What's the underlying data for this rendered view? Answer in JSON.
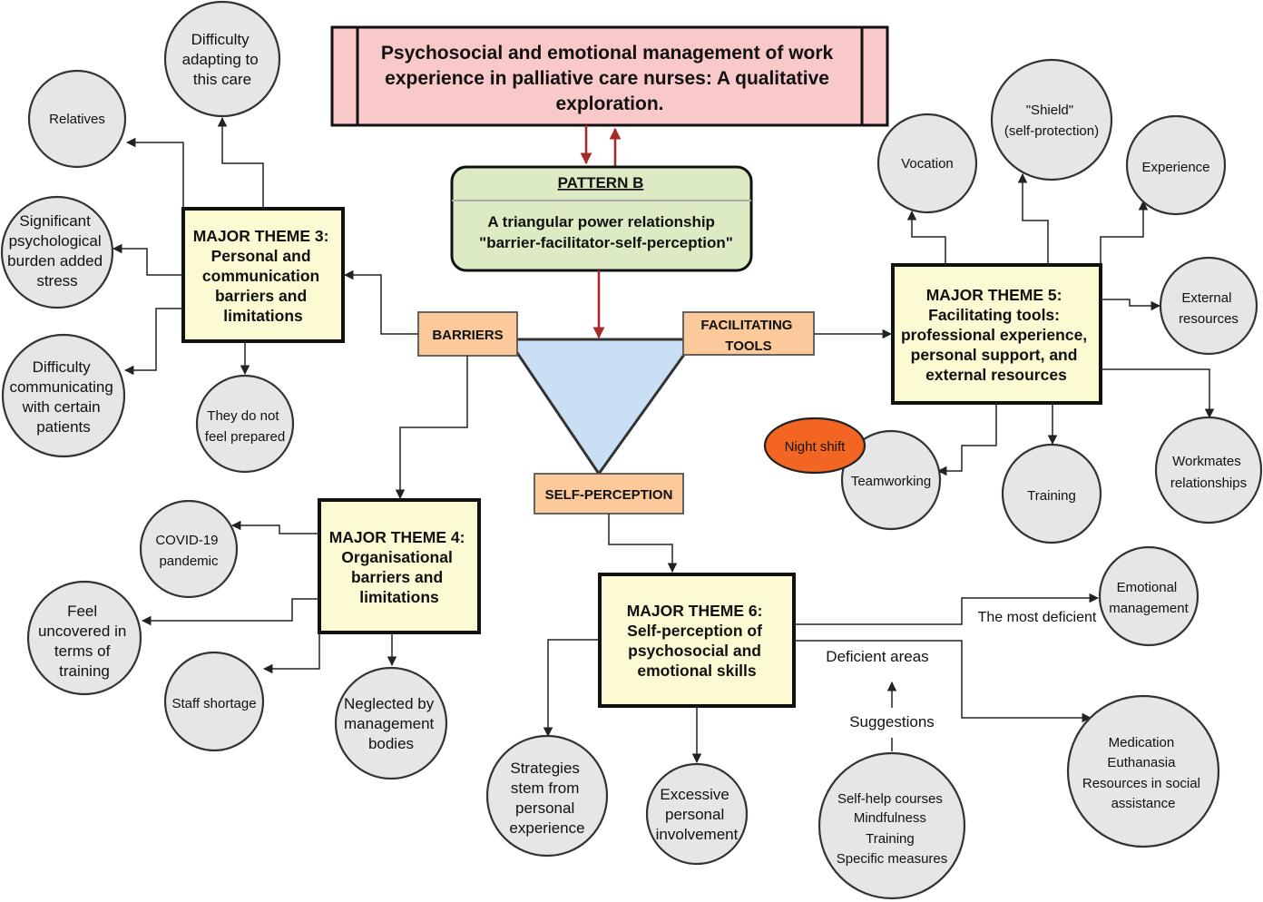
{
  "title": {
    "lines": [
      "Psychosocial and emotional management of work",
      "experience in palliative care nurses: A qualitative",
      "exploration."
    ],
    "fill": "#f9c8c8"
  },
  "pattern": {
    "heading": "PATTERN B",
    "lines": [
      "A triangular power relationship",
      "\"barrier-facilitator-self-perception\""
    ],
    "fill": "#dcebc4"
  },
  "triangle": {
    "fill": "#c9dff3",
    "labels": {
      "barriers": "BARRIERS",
      "facilitating": [
        "FACILITATING",
        "TOOLS"
      ],
      "self_perception": "SELF-PERCEPTION"
    }
  },
  "themes": {
    "t3": [
      "MAJOR THEME 3:",
      "Personal and",
      "communication",
      "barriers and",
      "limitations"
    ],
    "t4": [
      "MAJOR THEME 4:",
      "Organisational",
      "barriers and",
      "limitations"
    ],
    "t5": [
      "MAJOR THEME 5:",
      "Facilitating tools:",
      "professional experience,",
      "personal support, and",
      "external resources"
    ],
    "t6": [
      "MAJOR THEME 6:",
      "Self-perception of",
      "psychosocial and",
      "emotional skills"
    ]
  },
  "bubbles": {
    "difficulty_adapting": [
      "Difficulty",
      "adapting to",
      "this care"
    ],
    "relatives": [
      "Relatives"
    ],
    "psych_burden": [
      "Significant",
      "psychological",
      "burden added",
      "stress"
    ],
    "difficulty_communicating": [
      "Difficulty",
      "communicating",
      "with certain",
      "patients"
    ],
    "not_prepared": [
      "They do not",
      "feel prepared"
    ],
    "covid": [
      "COVID-19",
      "pandemic"
    ],
    "uncovered": [
      "Feel",
      "uncovered in",
      "terms of",
      "training"
    ],
    "staff_shortage": [
      "Staff shortage"
    ],
    "neglected": [
      "Neglected by",
      "management",
      "bodies"
    ],
    "vocation": [
      "Vocation"
    ],
    "shield": [
      "\"Shield\"",
      "(self-protection)"
    ],
    "experience": [
      "Experience"
    ],
    "external_resources": [
      "External",
      "resources"
    ],
    "workmates": [
      "Workmates",
      "relationships"
    ],
    "training_t5": [
      "Training"
    ],
    "teamworking": [
      "Teamworking"
    ],
    "emotional_mgmt": [
      "Emotional",
      "management"
    ],
    "medication": [
      "Medication",
      "Euthanasia",
      "Resources in social",
      "assistance"
    ],
    "self_help": [
      "Self-help courses",
      "Mindfulness",
      "Training",
      "Specific measures"
    ],
    "excessive": [
      "Excessive",
      "personal",
      "involvement"
    ],
    "strategies": [
      "Strategies",
      "stem from",
      "personal",
      "experience"
    ]
  },
  "night_shift": {
    "label": "Night shift",
    "fill": "#f26522"
  },
  "annotations": {
    "most_deficient": "The most deficient",
    "deficient_areas": "Deficient areas",
    "suggestions": "Suggestions"
  },
  "colors": {
    "arrow_red": "#a52a2a",
    "bubble_fill": "#e6e6e6",
    "theme_fill": "#fcfad2",
    "tag_fill": "#fcc99a"
  }
}
